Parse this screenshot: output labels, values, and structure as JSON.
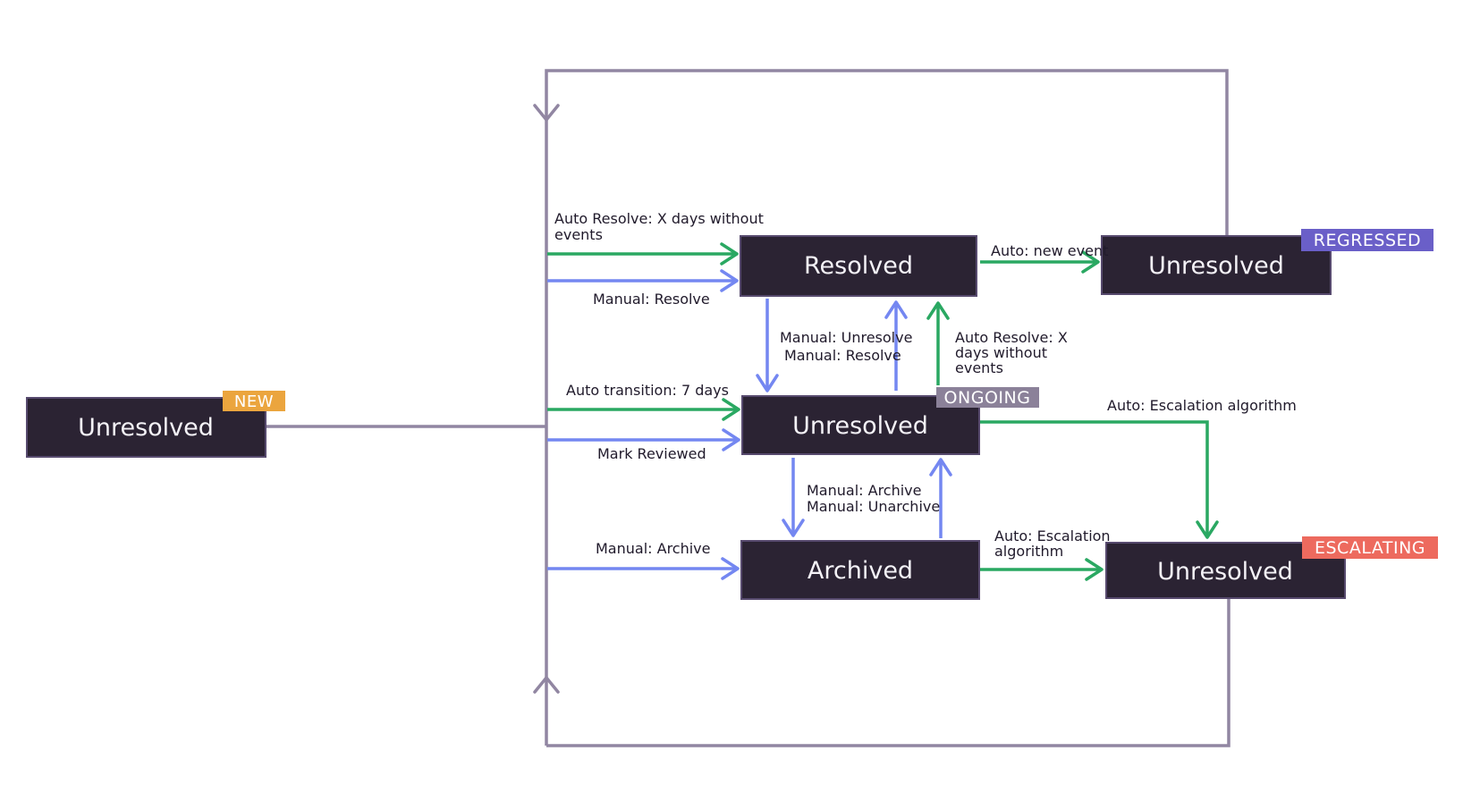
{
  "colors": {
    "background": "#ffffff",
    "box_fill": "#2b2333",
    "box_border": "#574a6e",
    "node_text": "#f4f2f7",
    "label_text": "#201a2b",
    "green": "#2aa862",
    "blue": "#7487f1",
    "purple": "#9186a2",
    "badge_new": "#eba53e",
    "badge_regressed": "#6a5fc8",
    "badge_ongoing": "#8b8199",
    "badge_escalating": "#ed6a5e"
  },
  "diagram": {
    "nodes": {
      "new": {
        "label": "Unresolved",
        "badge": "NEW"
      },
      "resolved": {
        "label": "Resolved"
      },
      "regressed": {
        "label": "Unresolved",
        "badge": "REGRESSED"
      },
      "ongoing": {
        "label": "Unresolved",
        "badge": "ONGOING"
      },
      "archived": {
        "label": "Archived"
      },
      "escalating": {
        "label": "Unresolved",
        "badge": "ESCALATING"
      }
    },
    "edges": {
      "auto_resolve_new": {
        "lines": [
          "Auto Resolve: X days without",
          "events"
        ]
      },
      "manual_resolve_new": {
        "label": "Manual: Resolve"
      },
      "auto_new_event": {
        "label": "Auto: new event"
      },
      "manual_unresolve": {
        "label": "Manual: Unresolve"
      },
      "manual_resolve_ongoing": {
        "label": "Manual: Resolve"
      },
      "auto_resolve_ongoing": {
        "lines": [
          "Auto Resolve: X",
          "days without",
          "events"
        ]
      },
      "auto_transition": {
        "label": "Auto transition: 7 days"
      },
      "mark_reviewed": {
        "label": "Mark Reviewed"
      },
      "auto_escalation_ongoing": {
        "label": "Auto: Escalation algorithm"
      },
      "manual_archive_ongoing": {
        "label": "Manual: Archive"
      },
      "manual_unarchive": {
        "label": "Manual: Unarchive"
      },
      "manual_archive_new": {
        "label": "Manual: Archive"
      },
      "auto_escalation_archived": {
        "lines": [
          "Auto: Escalation",
          "algorithm"
        ]
      }
    }
  }
}
